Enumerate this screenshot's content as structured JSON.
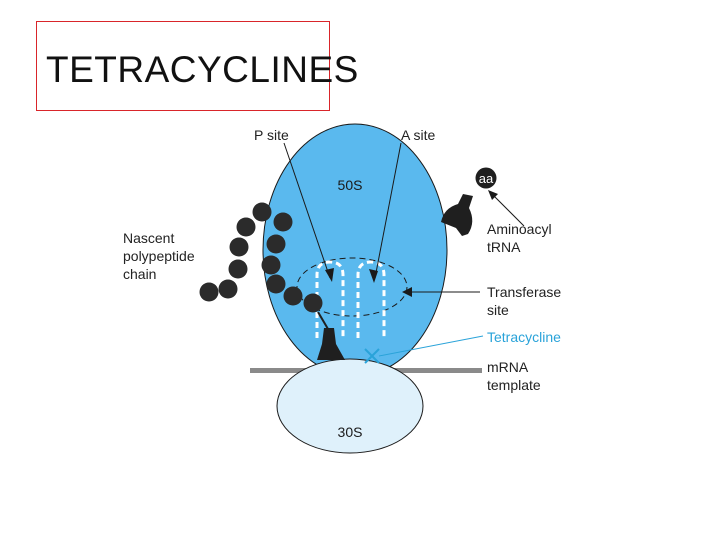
{
  "title": "TETRACYCLINES",
  "colors": {
    "title_border": "#d9252a",
    "large_subunit": "#5ab9ee",
    "small_subunit": "#dff1fb",
    "tetracycline": "#2aa3d9",
    "beads": "#2b2b2b",
    "mrna": "#8a8a8a"
  },
  "labels": {
    "p_site": "P site",
    "a_site": "A site",
    "large_subunit": "50S",
    "small_subunit": "30S",
    "aa": "aa",
    "aminoacyl": [
      "Aminoacyl",
      "tRNA"
    ],
    "nascent": [
      "Nascent",
      "polypeptide",
      "chain"
    ],
    "transferase": [
      "Transferase",
      "site"
    ],
    "tetracycline": "Tetracycline",
    "mrna": [
      "mRNA",
      "template"
    ]
  },
  "icons": {
    "inhibition_mark": "x-mark-icon",
    "trna": "trna-shape-icon"
  }
}
